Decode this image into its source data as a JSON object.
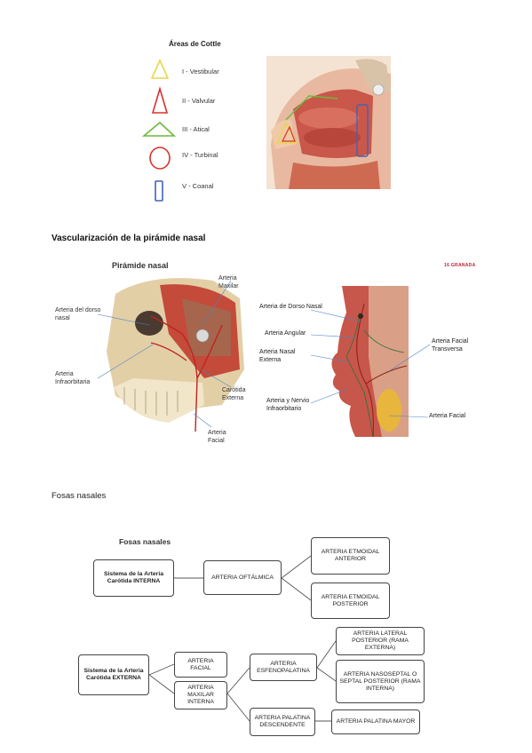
{
  "cottle": {
    "title": "Áreas de Cottle",
    "items": [
      {
        "label": "I - Vestibular",
        "color": "#e8d84a",
        "shape": "triangle"
      },
      {
        "label": "II - Valvular",
        "color": "#d9332b",
        "shape": "triangle"
      },
      {
        "label": "III - Atical",
        "color": "#6cba3c",
        "shape": "flat-triangle"
      },
      {
        "label": "IV - Turbinal",
        "color": "#d9332b",
        "shape": "ellipse"
      },
      {
        "label": "V - Coanal",
        "color": "#4461b8",
        "shape": "rectangle"
      }
    ]
  },
  "section1": {
    "title": "Vascularización de la pirámide nasal"
  },
  "piramide": {
    "title": "Pirámide nasal",
    "left_labels": [
      "Arteria del dorso nasal",
      "Arteria Infraorbitaria"
    ],
    "right_labels": [
      "Arteria Maxilar",
      "Carótida Externa",
      "Arteria Facial"
    ]
  },
  "face": {
    "watermark": "16 GRANADA",
    "left_labels": [
      "Arteria de Dorso Nasal",
      "Arteria Angular",
      "Arteria Nasal Externa",
      "Arteria y Nervio Infraorbitario"
    ],
    "right_labels": [
      "Arteria Facial Transversa",
      "Arteria Facial"
    ]
  },
  "section2": {
    "title": "Fosas nasales"
  },
  "diagram": {
    "title": "Fosas nasales",
    "interna": "Sistema de la Arteria Carótida INTERNA",
    "oftalmica": "ARTERIA OFTÁLMICA",
    "etmoidal_anterior": "ARTERIA ETMOIDAL ANTERIOR",
    "etmoidal_posterior": "ARTERIA ETMOIDAL POSTERIOR",
    "externa": "Sistema de la Arteria Carótida EXTERNA",
    "facial": "ARTERIA FACIAL",
    "maxilar": "ARTERIA MAXILAR INTERNA",
    "esfenopalatina": "ARTERIA ESFENOPALATINA",
    "lateral_posterior": "ARTERIA LATERAL POSTERIOR (RAMA EXTERNA)",
    "nasoseptal": "ARTERIA NASOSEPTAL O SEPTAL POSTERIOR (RAMA INTERNA)",
    "palatina_desc": "ARTERIA PALATINA DESCENDENTE",
    "palatina_mayor": "ARTERIA PALATINA MAYOR"
  }
}
